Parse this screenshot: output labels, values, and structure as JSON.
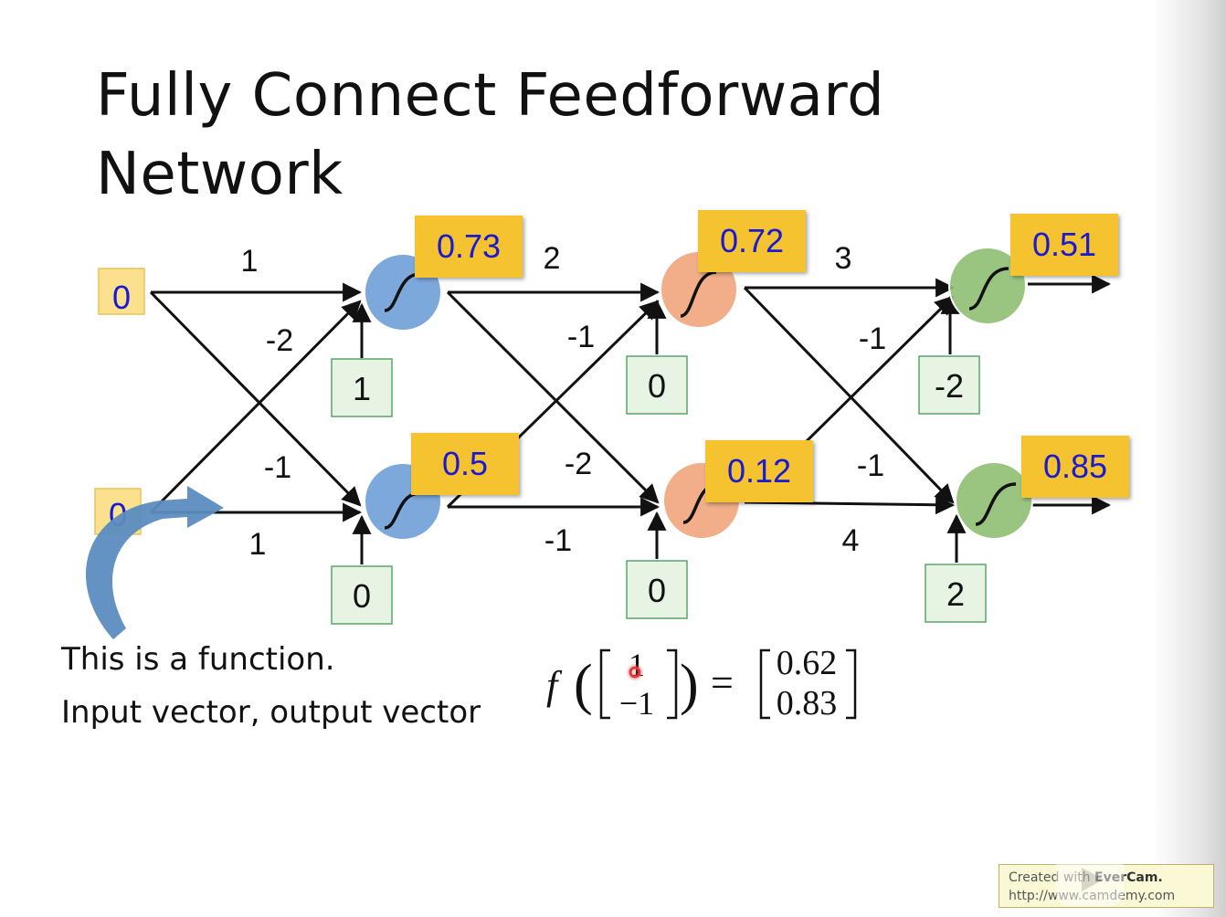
{
  "slide": {
    "title_line1": "Fully Connect Feedforward",
    "title_line2": "Network",
    "caption_line1": "This is a function.",
    "caption_line2": "Input vector, output vector"
  },
  "network": {
    "inputs": [
      "0",
      "0"
    ],
    "layer1": {
      "weights": {
        "top_to_top": "1",
        "bottom_to_top": "-2",
        "top_to_bottom": "-1",
        "bottom_to_bottom": "1"
      },
      "biases": [
        "1",
        "0"
      ],
      "outputs": [
        "0.73",
        "0.5"
      ],
      "color": "#6f9fd8"
    },
    "layer2": {
      "weights": {
        "top_to_top": "2",
        "bottom_to_top": "-1",
        "top_to_bottom": "-2",
        "bottom_to_bottom": "-1"
      },
      "biases": [
        "0",
        "0"
      ],
      "outputs": [
        "0.72",
        "0.12"
      ],
      "color": "#f0a57c"
    },
    "layer3": {
      "weights": {
        "top_to_top": "3",
        "bottom_to_top": "-1",
        "top_to_bottom": "-1",
        "bottom_to_bottom": "4"
      },
      "biases": [
        "-2",
        "2"
      ],
      "outputs": [
        "0.51",
        "0.85"
      ],
      "color": "#8fbf73"
    },
    "colors": {
      "input_box": "#fbe08e",
      "output_box": "#f5c230",
      "bias_box": "#e7f4e4",
      "value_text": "#1a1ad0",
      "arrow_big": "#5b8cc0"
    }
  },
  "formula": {
    "function": "f",
    "input_vector": [
      "1",
      "−1"
    ],
    "equals": "=",
    "output_vector": [
      "0.62",
      "0.83"
    ]
  },
  "watermark": {
    "line1_prefix": "Created with ",
    "line1_brand": "EverCam.",
    "line2": "http://www.camdemy.com"
  }
}
